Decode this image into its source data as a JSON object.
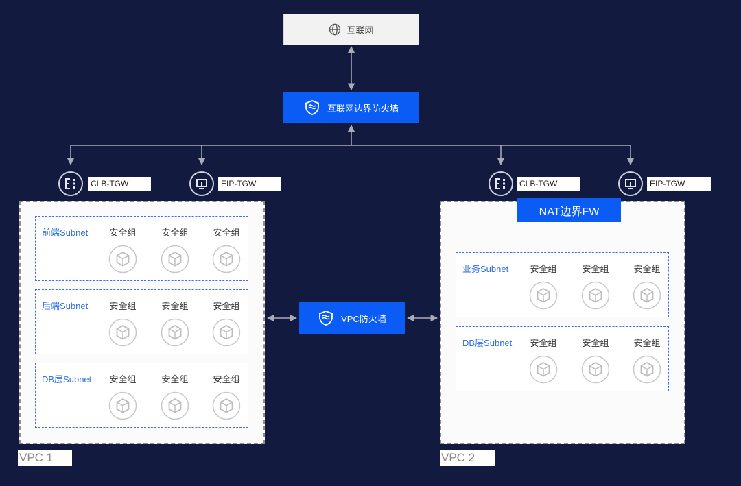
{
  "internet": {
    "label": "互联网",
    "icon": "globe-icon"
  },
  "internet_firewall": {
    "label": "互联网边界防火墙",
    "icon": "shield-icon"
  },
  "vpc_firewall": {
    "label": "VPC防火墙",
    "icon": "shield-icon"
  },
  "nat_firewall": {
    "label": "NAT边界FW"
  },
  "gateways": [
    {
      "label": "CLB-TGW",
      "icon": "clb-icon"
    },
    {
      "label": "EIP-TGW",
      "icon": "eip-icon"
    },
    {
      "label": "CLB-TGW",
      "icon": "clb-icon"
    },
    {
      "label": "EIP-TGW",
      "icon": "eip-icon"
    }
  ],
  "vpc1": {
    "label": "VPC 1",
    "subnets": [
      {
        "name": "前端Subnet",
        "groups": [
          "安全组",
          "安全组",
          "安全组"
        ]
      },
      {
        "name": "后端Subnet",
        "groups": [
          "安全组",
          "安全组",
          "安全组"
        ]
      },
      {
        "name": "DB层Subnet",
        "groups": [
          "安全组",
          "安全组",
          "安全组"
        ]
      }
    ]
  },
  "vpc2": {
    "label": "VPC 2",
    "subnets": [
      {
        "name": "业务Subnet",
        "groups": [
          "安全组",
          "安全组",
          "安全组"
        ]
      },
      {
        "name": "DB层Subnet",
        "groups": [
          "安全组",
          "安全组",
          "安全组"
        ]
      }
    ]
  },
  "colors": {
    "background": "#131a3f",
    "firewall": "#0a5cf5",
    "subnet_text": "#2f6fe6"
  }
}
